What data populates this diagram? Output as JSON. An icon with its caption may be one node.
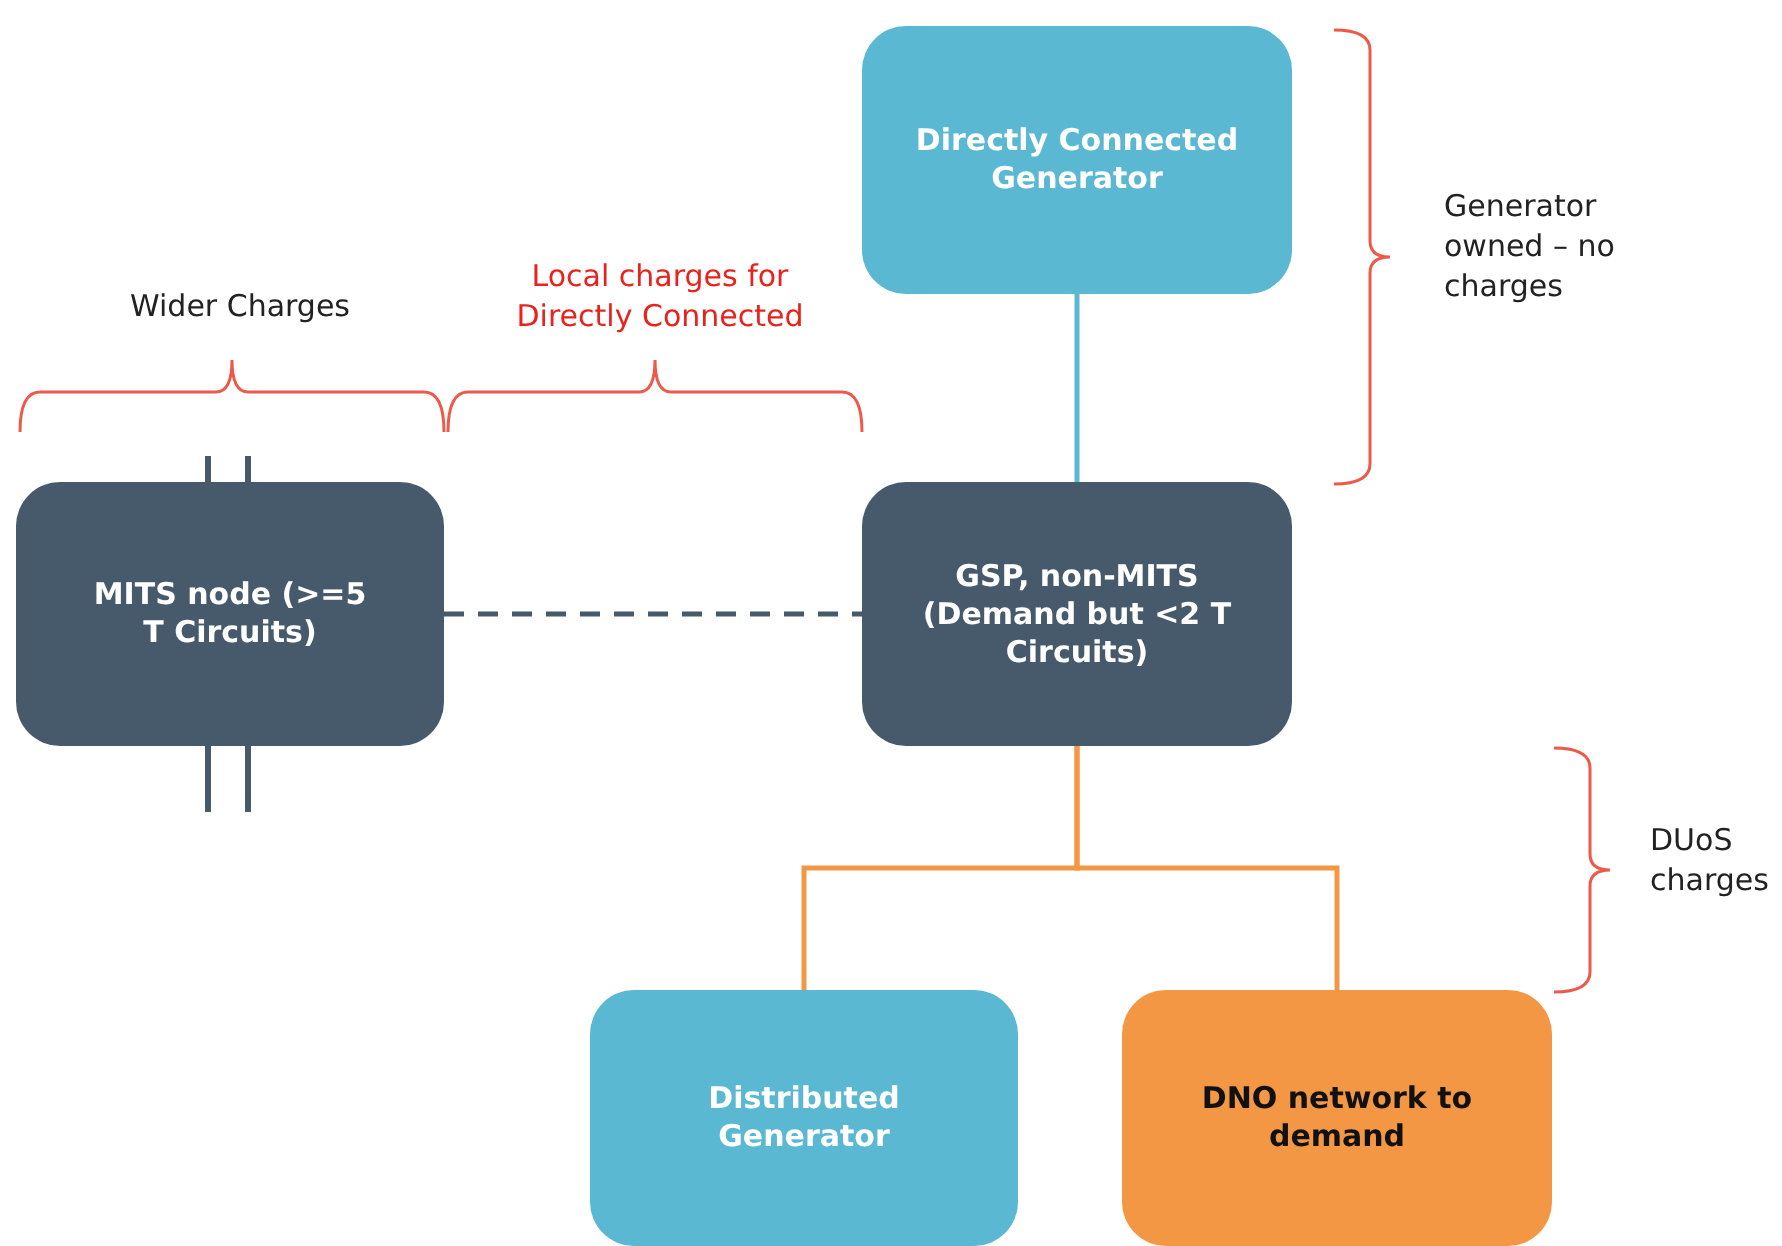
{
  "diagram": {
    "nodes": [
      {
        "text": [
          "Directly Connected Generator"
        ]
      },
      {
        "text": [
          "MITS node (>=5 T Circuits)"
        ]
      },
      {
        "text": [
          "GSP, non-MITS (Demand but <2 T Circuits)"
        ]
      },
      {
        "text": [
          "Distributed Generator"
        ]
      },
      {
        "text": [
          "DNO network to demand"
        ]
      }
    ],
    "edges": [
      {
        "from": 0,
        "to": 2,
        "arrow": "none",
        "color": "#5bb8d2"
      },
      {
        "from": 1,
        "to": 2,
        "arrow": "none",
        "style": "dashed",
        "color": "#475a6b"
      },
      {
        "from": 2,
        "to": 3,
        "arrow": "none",
        "color": "#f39744"
      },
      {
        "from": 2,
        "to": 4,
        "arrow": "none",
        "color": "#f39744"
      }
    ],
    "labels": [
      "Wider Charges",
      "Local charges for Directly Connected",
      "Generator owned – no charges",
      "DUoS charges"
    ]
  }
}
